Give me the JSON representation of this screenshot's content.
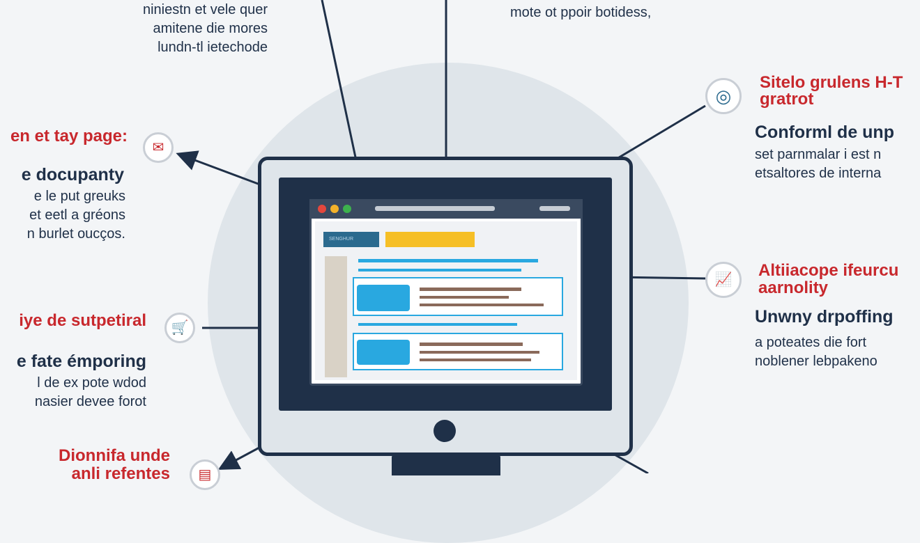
{
  "top": {
    "left_lines": [
      "niniestn et vele quer",
      "amitene die mores",
      "lundn-tl ietechode"
    ],
    "right_line": "mote ot ppoir botidess,"
  },
  "left_callouts": [
    {
      "title": "en et tay page:",
      "heading": "e docupanty",
      "lines": [
        "e le put greuks",
        "et eetl a gréons",
        "n burlet oucços."
      ],
      "icon": "check-envelope-icon"
    },
    {
      "title": "iye de sutpetiral",
      "heading": "e fate émporing",
      "lines": [
        "l de ex pote wdod",
        "nasier devee forot"
      ],
      "icon": "cart-icon"
    },
    {
      "title": "Dionnifa unde",
      "subtitle": "anli refentes",
      "icon": "document-icon"
    }
  ],
  "right_callouts": [
    {
      "title": "Sitelo grulens H-T",
      "title2": "gratrot",
      "heading": "Conforml de unp",
      "lines": [
        "set parnmalar i est n",
        "etsaltores de interna"
      ],
      "icon": "target-icon"
    },
    {
      "title": "Altiiacope ifeurcu",
      "title2": "aarnolity",
      "heading": "Unwny drpoffing",
      "lines": [
        "a poteates die fort",
        "noblener lebpakeno"
      ],
      "icon": "chart-icon"
    }
  ],
  "screen": {
    "tab_label": "SENGHUR",
    "dots": [
      "#e4473d",
      "#f3b22a",
      "#3db24d"
    ],
    "colors": {
      "accent_yellow": "#f6bf26",
      "accent_blue": "#29a8e0",
      "navy": "#1f3048",
      "line_brown": "#8a6a5a"
    }
  },
  "colors": {
    "red": "#c8282d",
    "navy": "#1f3048",
    "background": "#f3f5f7",
    "circle": "#dfe5ea"
  }
}
